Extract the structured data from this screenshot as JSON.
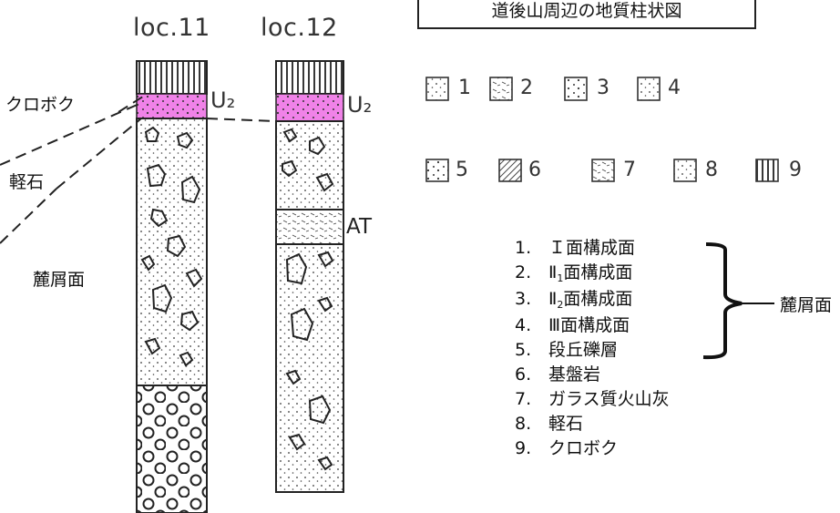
{
  "title": "道後山周辺の地質柱状図",
  "columns": [
    {
      "label": "loc.11",
      "unit_label": "U₂"
    },
    {
      "label": "loc.12",
      "unit_label": "U₂",
      "marker_label": "AT"
    }
  ],
  "left_labels": {
    "kuroboku": "クロボク",
    "pumice": "軽石",
    "talus": "麓屑面"
  },
  "legend_numbers": [
    "1",
    "2",
    "3",
    "4",
    "5",
    "6",
    "7",
    "8",
    "9"
  ],
  "list": [
    {
      "num": "1.",
      "text_pre": "Ｉ面構成面",
      "sub": "",
      "text_post": ""
    },
    {
      "num": "2.",
      "text_pre": "Ⅱ",
      "sub": "1",
      "text_post": "面構成面"
    },
    {
      "num": "3.",
      "text_pre": "Ⅱ",
      "sub": "2",
      "text_post": "面構成面"
    },
    {
      "num": "4.",
      "text_pre": "Ⅲ面構成面",
      "sub": "",
      "text_post": ""
    },
    {
      "num": "5.",
      "text_pre": "段丘礫層",
      "sub": "",
      "text_post": ""
    },
    {
      "num": "6.",
      "text_pre": "基盤岩",
      "sub": "",
      "text_post": ""
    },
    {
      "num": "7.",
      "text_pre": "ガラス質火山灰",
      "sub": "",
      "text_post": ""
    },
    {
      "num": "8.",
      "text_pre": "軽石",
      "sub": "",
      "text_post": ""
    },
    {
      "num": "9.",
      "text_pre": "クロボク",
      "sub": "",
      "text_post": ""
    }
  ],
  "bracket_label": "麓屑面",
  "colors": {
    "pumice_highlight": "#f082e8",
    "line": "#222222"
  }
}
